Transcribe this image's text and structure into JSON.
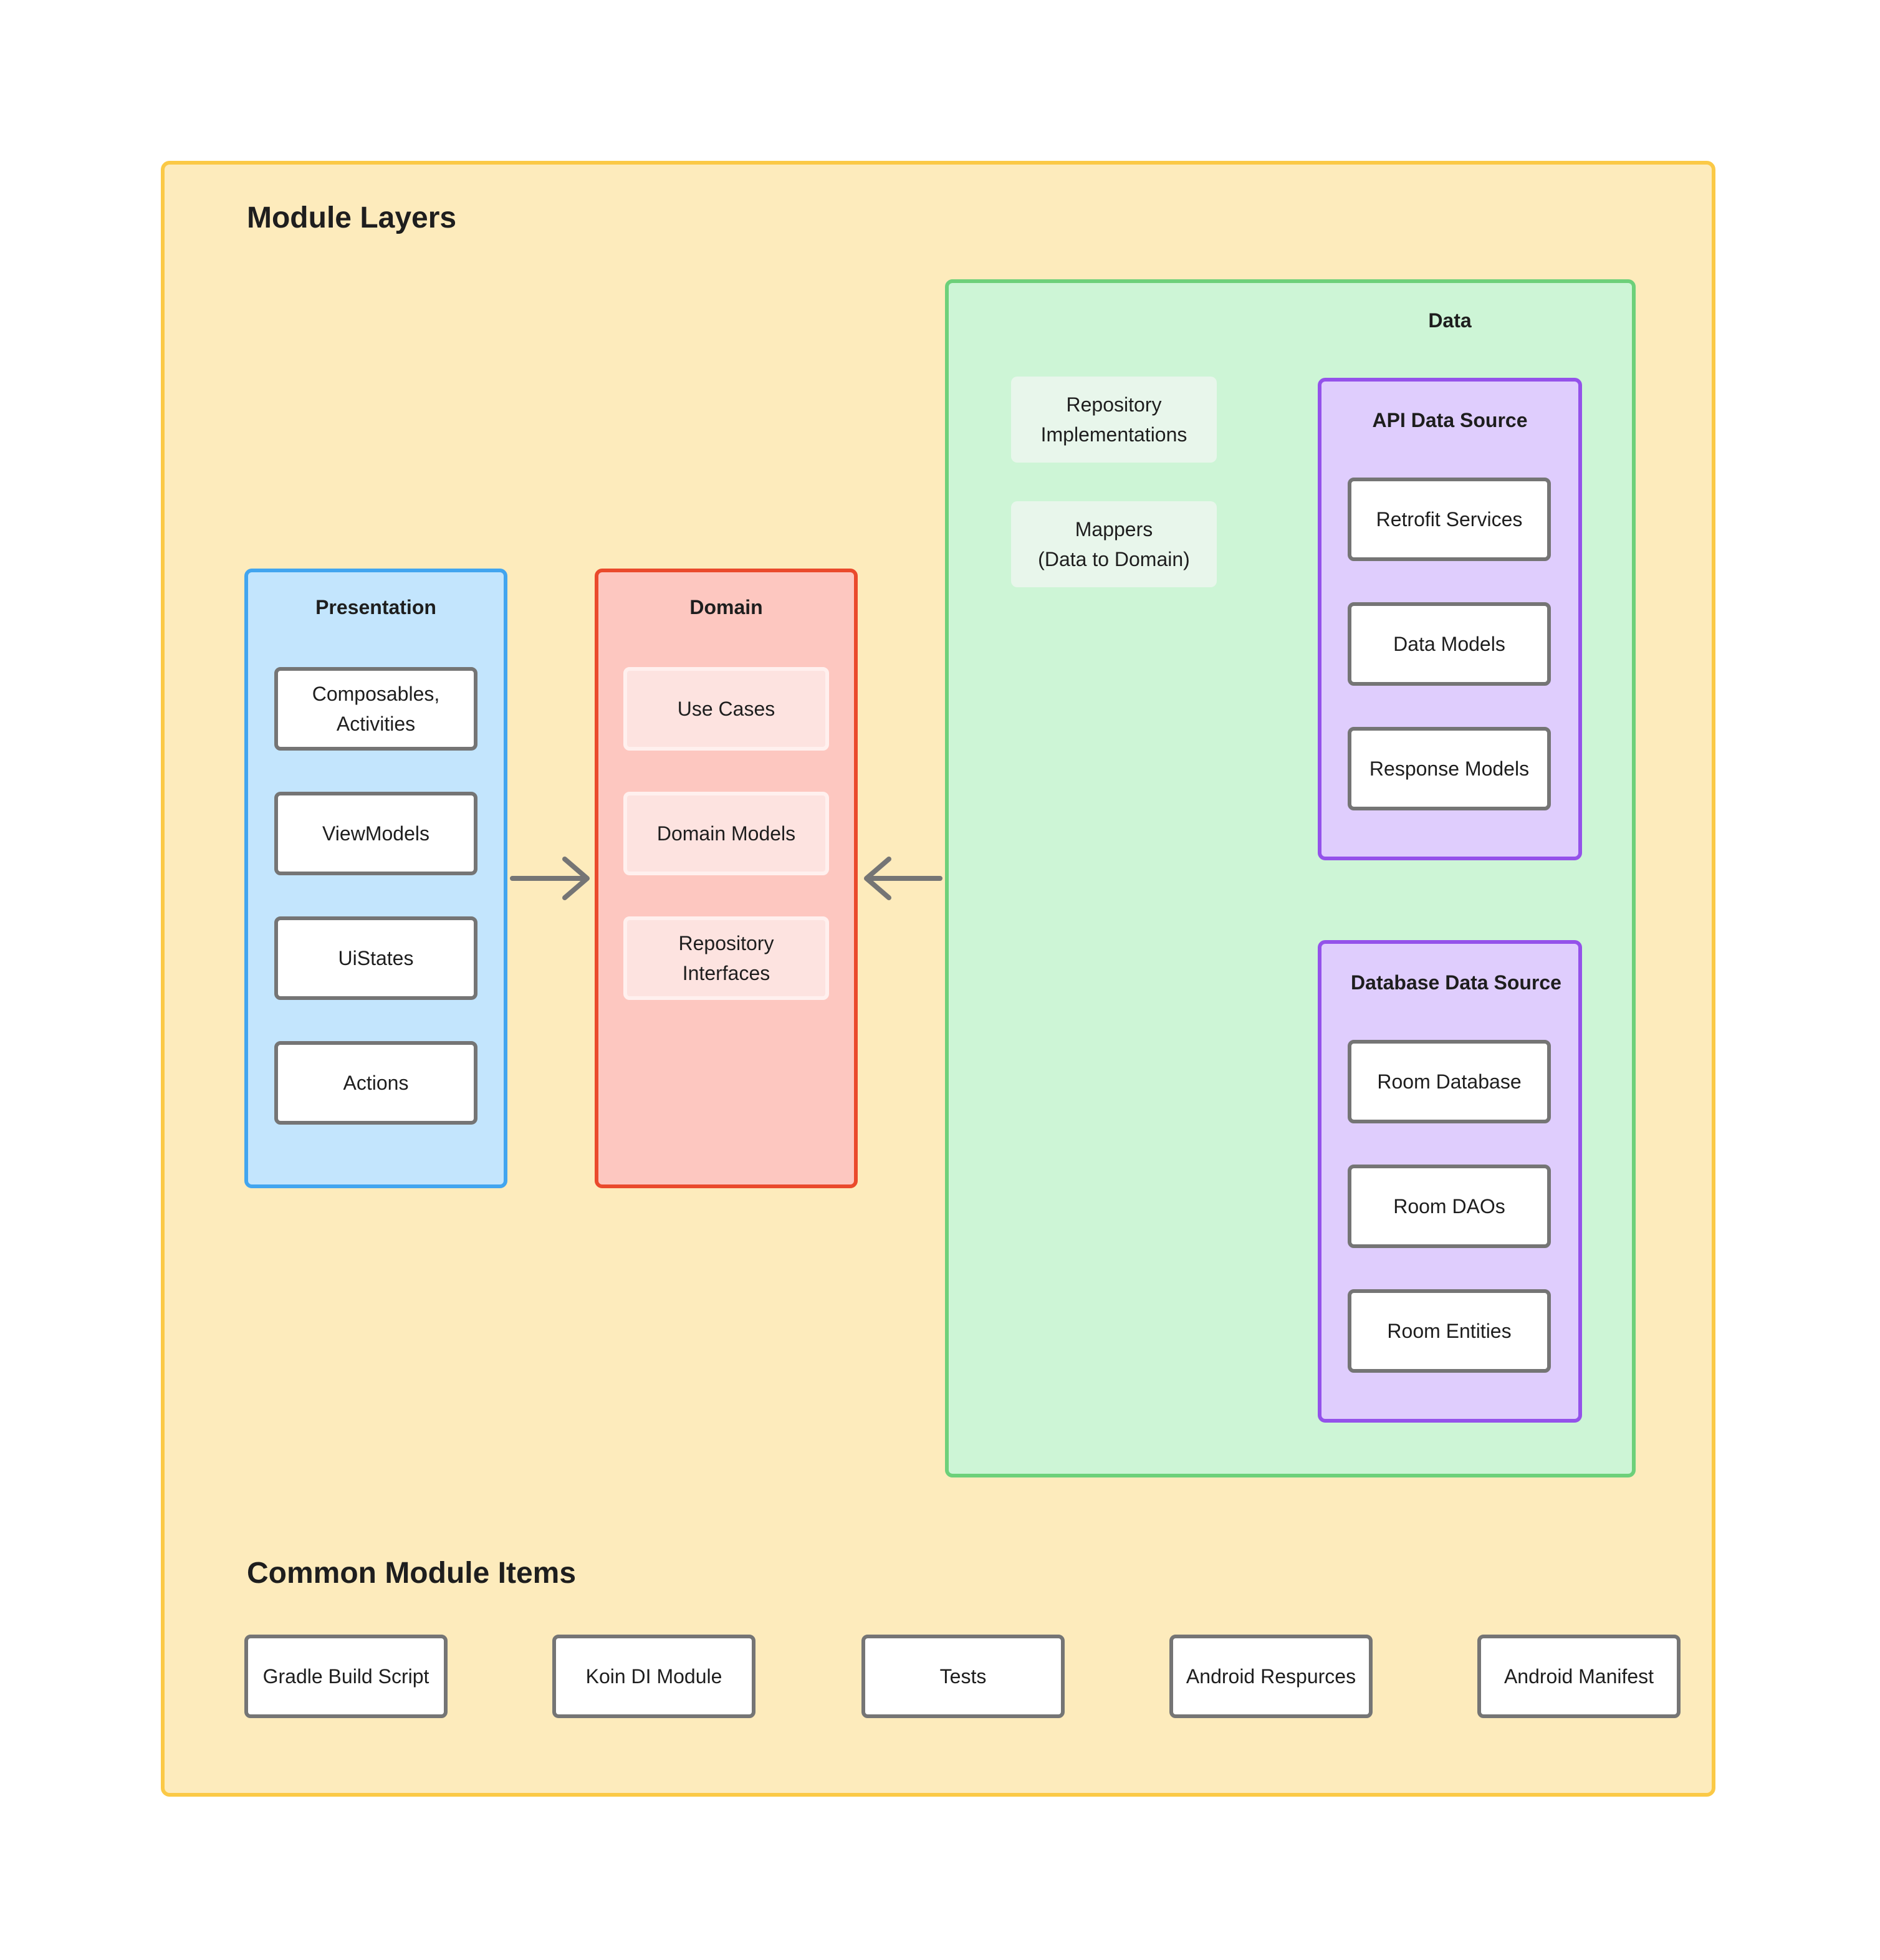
{
  "titles": {
    "module_layers": "Module Layers",
    "common_items": "Common Module Items"
  },
  "presentation": {
    "title": "Presentation",
    "items": [
      "Composables,\nActivities",
      "ViewModels",
      "UiStates",
      "Actions"
    ]
  },
  "domain": {
    "title": "Domain",
    "items": [
      "Use Cases",
      "Domain Models",
      "Repository\nInterfaces"
    ]
  },
  "data": {
    "title": "Data",
    "items": [
      "Repository\nImplementations",
      "Mappers\n(Data to Domain)"
    ],
    "api_source": {
      "title": "API Data Source",
      "items": [
        "Retrofit Services",
        "Data Models",
        "Response Models"
      ]
    },
    "db_source": {
      "title": "Database Data Source",
      "items": [
        "Room Database",
        "Room DAOs",
        "Room Entities"
      ]
    }
  },
  "common": {
    "items": [
      "Gradle Build Script",
      "Koin DI Module",
      "Tests",
      "Android Respurces",
      "Android Manifest"
    ]
  },
  "colors": {
    "outer_fill": "#fdebbc",
    "outer_border": "#fbc946",
    "presentation_fill": "#c3e5fd",
    "presentation_border": "#42a5ef",
    "domain_fill": "#fdc7c0",
    "domain_border": "#ea4a2c",
    "data_fill": "#cdf5d6",
    "data_border": "#6dd07a",
    "source_fill": "#dfcdfd",
    "source_border": "#9452ea",
    "arrow": "#757575"
  }
}
